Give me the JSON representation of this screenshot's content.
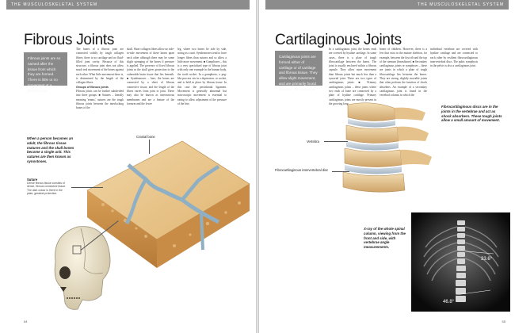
{
  "header": {
    "left": "THE MUSCULOSKELETAL SYSTEM",
    "right": "THE MUSCULOSKELETAL SYSTEM"
  },
  "left_page": {
    "title": "Fibrous Joints",
    "intro": "Fibrous joints are so named after the tissue from which they are formed. There is little or no movement at a fibrous joint.",
    "col1": "The bones of a fibrous joint are connected solidly by tough collagen fibres; there is no cartilage and no fluid-filled joint cavity. Because of this structure, a fibrous joint does not allow much real movement of the bones against each other. What little movement there is, is determined by the length of the collagen fibres.",
    "col1_heading": "Groups of fibrous joints",
    "col1b": "Fibrous joints can be further subdivided into three groups: ■ Sutures – literally meaning 'seams', sutures are the tough fibrous joints between the interlocking bones of the",
    "col2": "skull. Short collagen fibres allow no side-to-side movement of these bones apart each other although there may be some slight springing of the bones if pressure is applied. The presence of fixed fibrous joints in the skull gives protection to the vulnerable brain tissue that lies beneath. ■ Syndesmoses – here, the bones are connected by a sheet of fibrous connective tissue, and the length of the fibres varies from joint to joint. These may also be known as interosseous membranes and are a feature of the forearm and the lower",
    "col3": "leg, where two bones lie side by side, acting as a unit. Syndesmoses tend to have longer fibres than sutures and so allow a little more movement. ■ Gomphoses – this is a very specialised type of fibrous joint with only one example in the human body, the tooth socket. In a gomphosis, a peg-like process sits in a depression, or socket, and is held in place by fibrous tissue. In this case the periodontal ligament. Movement is generally abnormal but microscopic movement is essential to eating to allow adjustment of the pressure of the bite.",
    "caption": "When a person becomes an adult, the fibrous tissue matures and the skull bones become a single unit. This sutures are then known as synostoses.",
    "label_cranial": "Cranial bone",
    "label_suture": "Suture",
    "label_suture_sub": "Dense fibrous tissue consists of dense, fibrous connective tissue. The dark colour is there in the plate, greatest protection.",
    "folio": "54"
  },
  "right_page": {
    "title": "Cartilaginous Joints",
    "intro": "Cartilaginous joints are formed either of cartilage or of cartilage and fibrous tissue. They allow slight movement, and are primarily found between the vertebrae.",
    "col1": "In a cartilaginous joint, the bones ends are covered by hyaline cartilage. In some cases, there is a plate of tough fibrocartilage between the bones. The joint is usually enclosed within a fibrous capsule. They allow more movement than fibrous joints but much less than a synovial joint. There are two types of cartilaginous joints: ■ Primary cartilaginous joints – these joints where two ends of bone are connected by a plate of hyaline cartilage. Primary cartilaginous joints are mostly present in the growing long",
    "col2": "bones of children. However, there is a few that exist in the mature skeleton, for example, between the first rib and the top of the sternum (breastbone). ■ Secondary cartilaginous joints or symphyses – these are joints in which a plate of tough fibrocartilage lies between the bones. They are strong, slightly movable joints that often perform the function of shock absorbers. An example of a secondary cartilaginous joint is found in the vertebral column, in which the",
    "col3": "individual vertebrae are covered with hyaline cartilage and are connected to each other by resilient fibrocartilaginous intervertebral discs. The pubic symphysis in the pelvis is also a cartilaginous joint.",
    "caption_top": "Fibrocartilaginous discs are in the joints in the vertebrae and act as shock absorbers. These tough joints allow a small amount of movement.",
    "label_vertebra": "Vertebra",
    "label_disc": "Fibrocartilaginous intervertebral disc",
    "caption_xray": "X-ray of the whole spinal column, viewing from the front and side, with vertebrae angle measurements.",
    "angle_upper": "33.6°",
    "angle_lower": "46.8°",
    "folio": "55"
  }
}
